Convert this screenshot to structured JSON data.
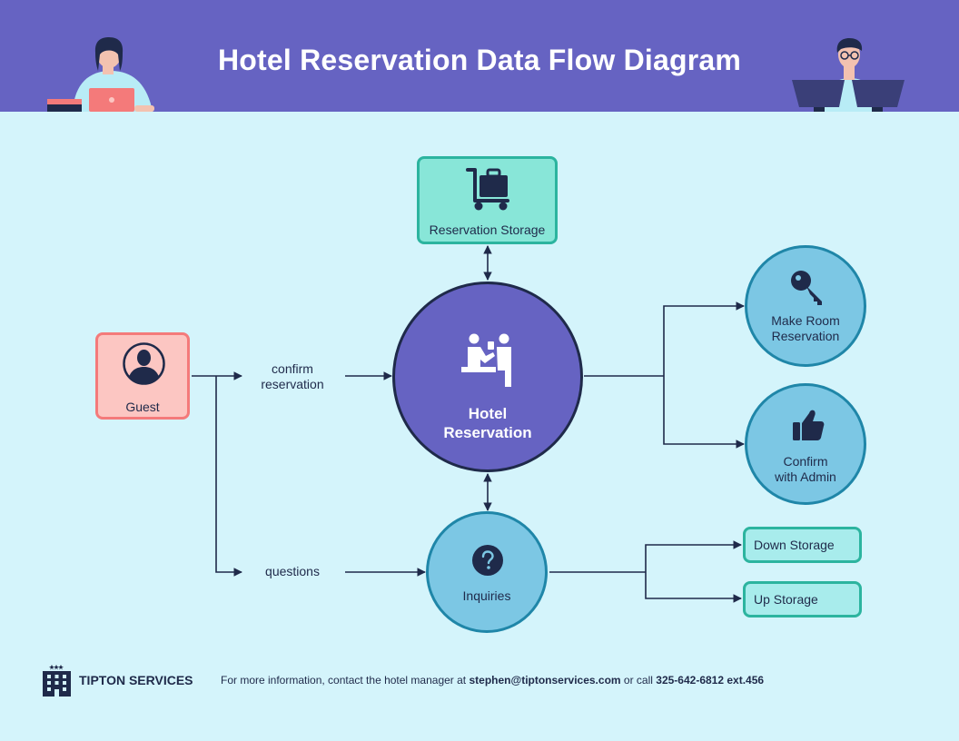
{
  "header": {
    "title": "Hotel Reservation Data Flow Diagram"
  },
  "nodes": {
    "storage": {
      "label": "Reservation Storage",
      "icon": "luggage-cart-icon"
    },
    "guest": {
      "label": "Guest",
      "icon": "user-icon"
    },
    "main": {
      "line1": "Hotel",
      "line2": "Reservation",
      "icon": "reception-desk-icon"
    },
    "make_room": {
      "line1": "Make Room",
      "line2": "Reservation",
      "icon": "key-icon"
    },
    "confirm_admin": {
      "line1": "Confirm",
      "line2": "with Admin",
      "icon": "thumbs-up-icon"
    },
    "inquiries": {
      "label": "Inquiries",
      "icon": "question-icon"
    },
    "down_storage": {
      "label": "Down Storage"
    },
    "up_storage": {
      "label": "Up Storage"
    }
  },
  "flows": {
    "confirm": {
      "line1": "confirm",
      "line2": "reservation"
    },
    "questions": {
      "label": "questions"
    }
  },
  "footer": {
    "brand": "TIPTON SERVICES",
    "info_prefix": "For more information, contact the hotel manager at",
    "email": "stephen@tiptonservices.com",
    "info_middle": "or call",
    "phone": "325-642-6812 ext.456",
    "icon": "building-icon"
  },
  "colors": {
    "header": "#6663c2",
    "background": "#d4f4fb",
    "main_circle": "#6663c2",
    "blue_circle": "#7cc7e4",
    "storage_box": "#88e6d8",
    "guest_box": "#fcc6c2",
    "pill": "#a8ecec",
    "ink": "#1f2a4a"
  }
}
